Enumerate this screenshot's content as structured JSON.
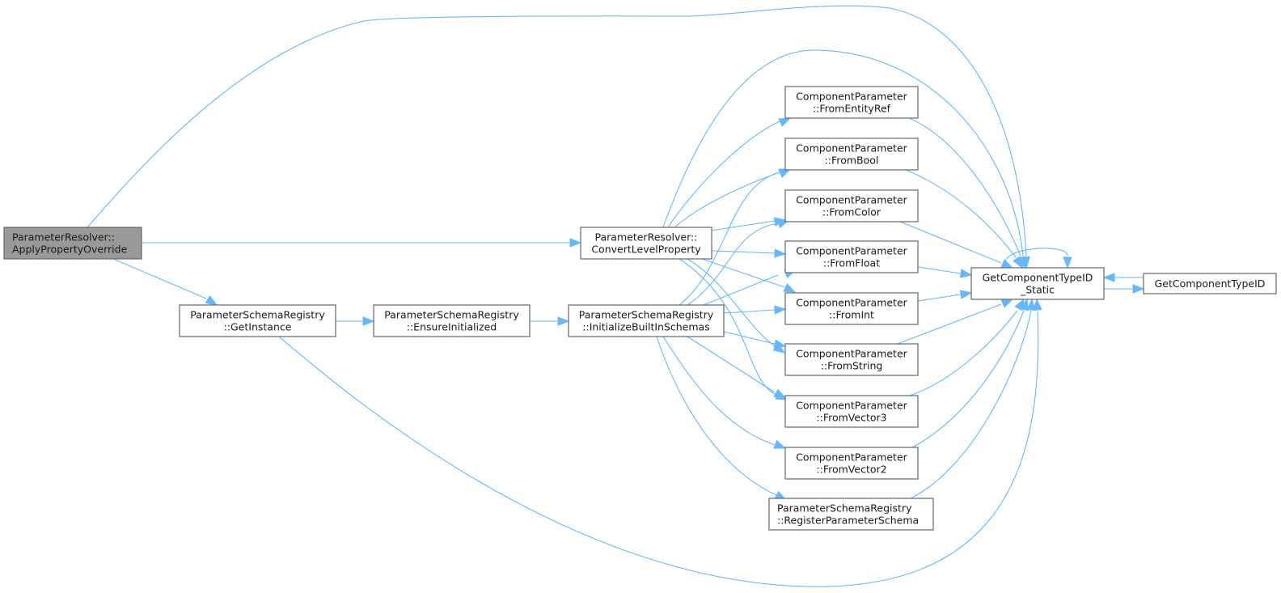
{
  "diagram": {
    "type": "call-graph",
    "colors": {
      "edge": "#63b8ff",
      "root_fill": "#999999",
      "node_fill": "#ffffff",
      "node_border": "#666666"
    },
    "nodes": {
      "apply": {
        "lines": [
          "ParameterResolver::",
          "ApplyPropertyOverride"
        ],
        "root": true
      },
      "getinstance": {
        "lines": [
          "ParameterSchemaRegistry",
          "::GetInstance"
        ]
      },
      "ensure": {
        "lines": [
          "ParameterSchemaRegistry",
          "::EnsureInitialized"
        ]
      },
      "convert": {
        "lines": [
          "ParameterResolver::",
          "ConvertLevelProperty"
        ]
      },
      "initbuiltin": {
        "lines": [
          "ParameterSchemaRegistry",
          "::InitializeBuiltInSchemas"
        ]
      },
      "fromentityref": {
        "lines": [
          "ComponentParameter",
          "::FromEntityRef"
        ]
      },
      "frombool": {
        "lines": [
          "ComponentParameter",
          "::FromBool"
        ]
      },
      "fromcolor": {
        "lines": [
          "ComponentParameter",
          "::FromColor"
        ]
      },
      "fromfloat": {
        "lines": [
          "ComponentParameter",
          "::FromFloat"
        ]
      },
      "fromint": {
        "lines": [
          "ComponentParameter",
          "::FromInt"
        ]
      },
      "fromstring": {
        "lines": [
          "ComponentParameter",
          "::FromString"
        ]
      },
      "fromvector3": {
        "lines": [
          "ComponentParameter",
          "::FromVector3"
        ]
      },
      "fromvector2": {
        "lines": [
          "ComponentParameter",
          "::FromVector2"
        ]
      },
      "registerschema": {
        "lines": [
          "ParameterSchemaRegistry",
          "::RegisterParameterSchema"
        ],
        "align": "left"
      },
      "gettypeidstatic": {
        "lines": [
          "GetComponentTypeID",
          "_Static"
        ]
      },
      "gettypeid": {
        "lines": [
          "GetComponentTypeID"
        ]
      }
    },
    "edges": [
      [
        "apply",
        "gettypeidstatic"
      ],
      [
        "apply",
        "convert"
      ],
      [
        "apply",
        "getinstance"
      ],
      [
        "getinstance",
        "ensure"
      ],
      [
        "getinstance",
        "gettypeidstatic"
      ],
      [
        "ensure",
        "initbuiltin"
      ],
      [
        "convert",
        "gettypeidstatic"
      ],
      [
        "convert",
        "fromentityref"
      ],
      [
        "convert",
        "frombool"
      ],
      [
        "convert",
        "fromcolor"
      ],
      [
        "convert",
        "fromfloat"
      ],
      [
        "convert",
        "fromint"
      ],
      [
        "convert",
        "fromstring"
      ],
      [
        "convert",
        "fromvector3"
      ],
      [
        "initbuiltin",
        "frombool"
      ],
      [
        "initbuiltin",
        "fromcolor"
      ],
      [
        "initbuiltin",
        "fromfloat"
      ],
      [
        "initbuiltin",
        "fromint"
      ],
      [
        "initbuiltin",
        "fromstring"
      ],
      [
        "initbuiltin",
        "fromvector3"
      ],
      [
        "initbuiltin",
        "fromvector2"
      ],
      [
        "initbuiltin",
        "registerschema"
      ],
      [
        "fromentityref",
        "gettypeidstatic"
      ],
      [
        "frombool",
        "gettypeidstatic"
      ],
      [
        "fromcolor",
        "gettypeidstatic"
      ],
      [
        "fromfloat",
        "gettypeidstatic"
      ],
      [
        "fromint",
        "gettypeidstatic"
      ],
      [
        "fromstring",
        "gettypeidstatic"
      ],
      [
        "fromvector3",
        "gettypeidstatic"
      ],
      [
        "fromvector2",
        "gettypeidstatic"
      ],
      [
        "registerschema",
        "gettypeidstatic"
      ],
      [
        "gettypeidstatic",
        "gettypeidstatic"
      ],
      [
        "gettypeidstatic",
        "gettypeid"
      ],
      [
        "gettypeid",
        "gettypeidstatic"
      ]
    ]
  }
}
